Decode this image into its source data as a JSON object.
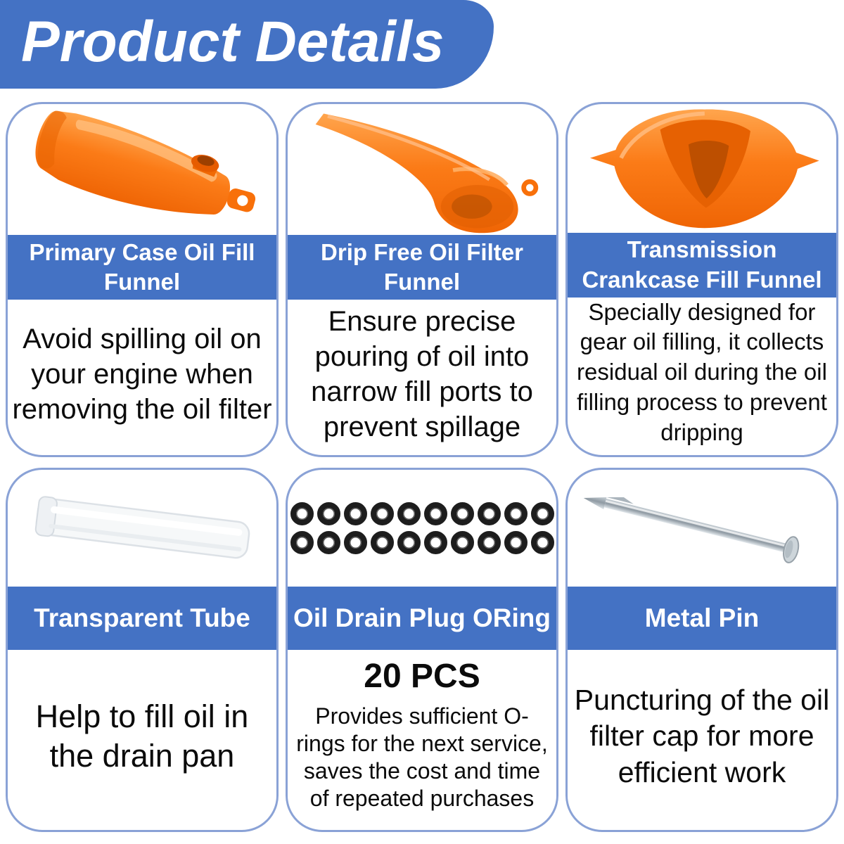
{
  "header": {
    "title": "Product Details"
  },
  "colors": {
    "banner_blue": "#4472c4",
    "card_border_blue": "#8aa2d6",
    "product_orange": "#fb7410",
    "text_black": "#0b0b0b",
    "oring_black": "#1d1d1d",
    "pin_gray": "#aeb9c1"
  },
  "cards": [
    {
      "image": "primary-case-funnel",
      "title": "Primary Case Oil Fill\nFunnel",
      "description": "Avoid spilling oil on\nyour engine when\nremoving the oil filter"
    },
    {
      "image": "drip-free-funnel",
      "title": "Drip Free Oil Filter\nFunnel",
      "description": "Ensure precise\npouring of oil into\nnarrow fill ports to\nprevent spillage"
    },
    {
      "image": "transmission-funnel",
      "title": "Transmission\nCrankcase Fill Funnel",
      "description": "Specially designed for\ngear oil filling, it collects\nresidual oil during the oil\nfilling process to prevent\ndripping"
    },
    {
      "image": "transparent-tube",
      "title": "Transparent Tube",
      "description": "Help to fill oil in\nthe drain pan"
    },
    {
      "image": "oring-set",
      "title": "Oil Drain Plug ORing",
      "quantity_label": "20 PCS",
      "oring_count": 20,
      "orings_per_row": 10,
      "description": "Provides sufficient O-\nrings for the next service,\nsaves the cost and time\nof repeated purchases"
    },
    {
      "image": "metal-pin",
      "title": "Metal Pin",
      "description": "Puncturing of the oil\nfilter cap for more\nefficient work"
    }
  ]
}
